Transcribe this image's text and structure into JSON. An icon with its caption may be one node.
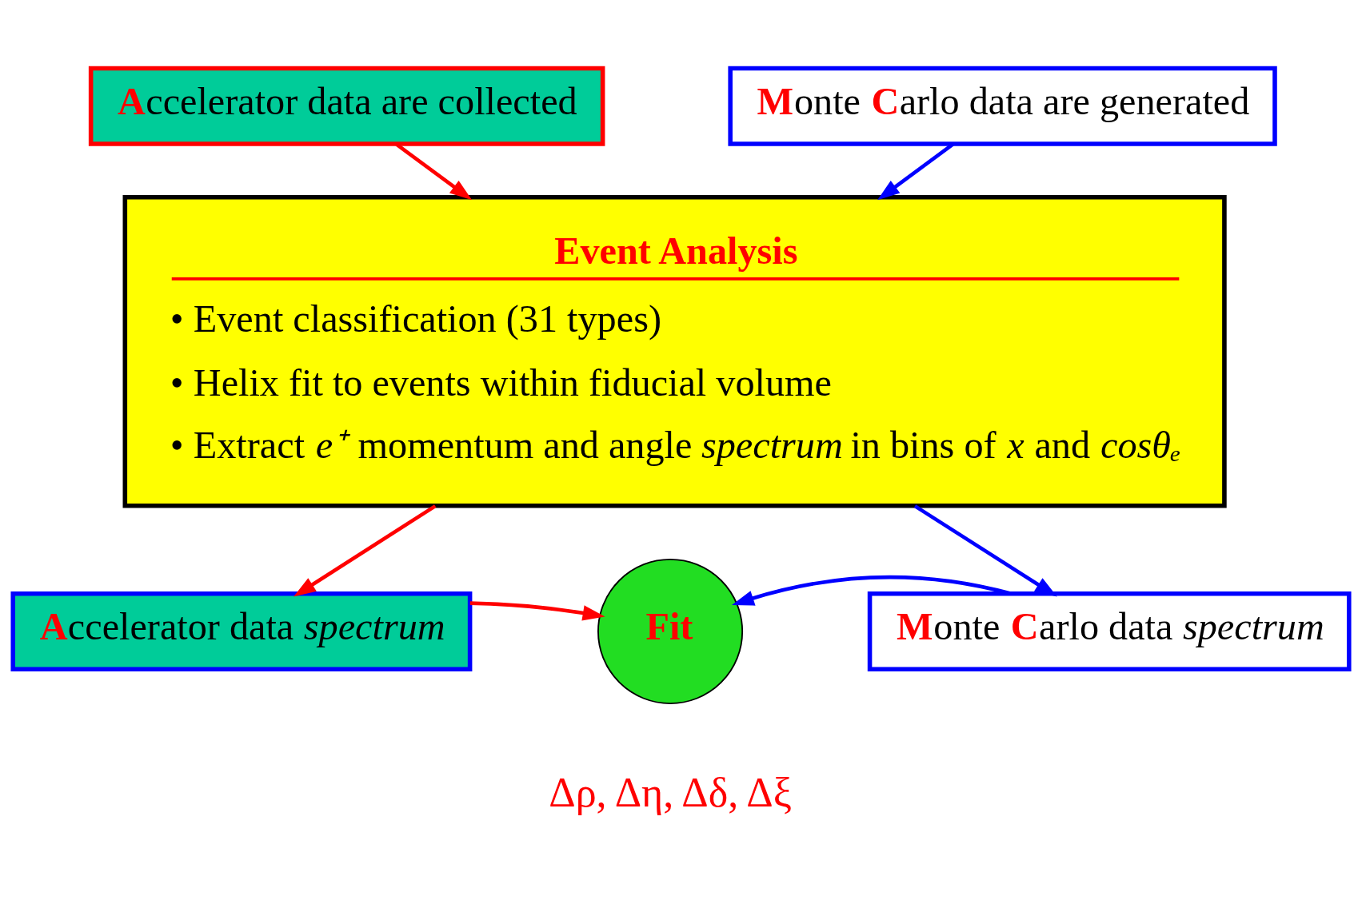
{
  "diagram": {
    "nodes": [
      {
        "text": [
          "**A**ccelerator data are collected"
        ]
      },
      {
        "text": [
          "**M**onte **C**arlo data are generated"
        ]
      },
      {
        "text": [
          "Event Analysis",
          "• Event classification (31 types)",
          "• Helix fit to events within fiducial volume",
          "• Extract *e⁺* momentum and angle *spectrum* in bins of *x* and *cosθₑ*"
        ]
      },
      {
        "text": [
          "**A**ccelerator data *spectrum*"
        ]
      },
      {
        "text": [
          "Fit"
        ],
        "beside": [
          "Δρ, Δη, Δδ, Δξ"
        ]
      },
      {
        "text": [
          "**M**onte **C**arlo data *spectrum*"
        ]
      }
    ],
    "edges": [
      {
        "from": 0,
        "to": 2,
        "arrow": "to",
        "color": "#ff0000"
      },
      {
        "from": 1,
        "to": 2,
        "arrow": "to",
        "color": "#0000ff"
      },
      {
        "from": 2,
        "to": 3,
        "arrow": "to",
        "color": "#ff0000"
      },
      {
        "from": 2,
        "to": 5,
        "arrow": "to",
        "color": "#0000ff"
      },
      {
        "from": 3,
        "to": 4,
        "arrow": "to",
        "color": "#ff0000"
      },
      {
        "from": 5,
        "to": 4,
        "arrow": "to",
        "color": "#0000ff"
      }
    ]
  }
}
